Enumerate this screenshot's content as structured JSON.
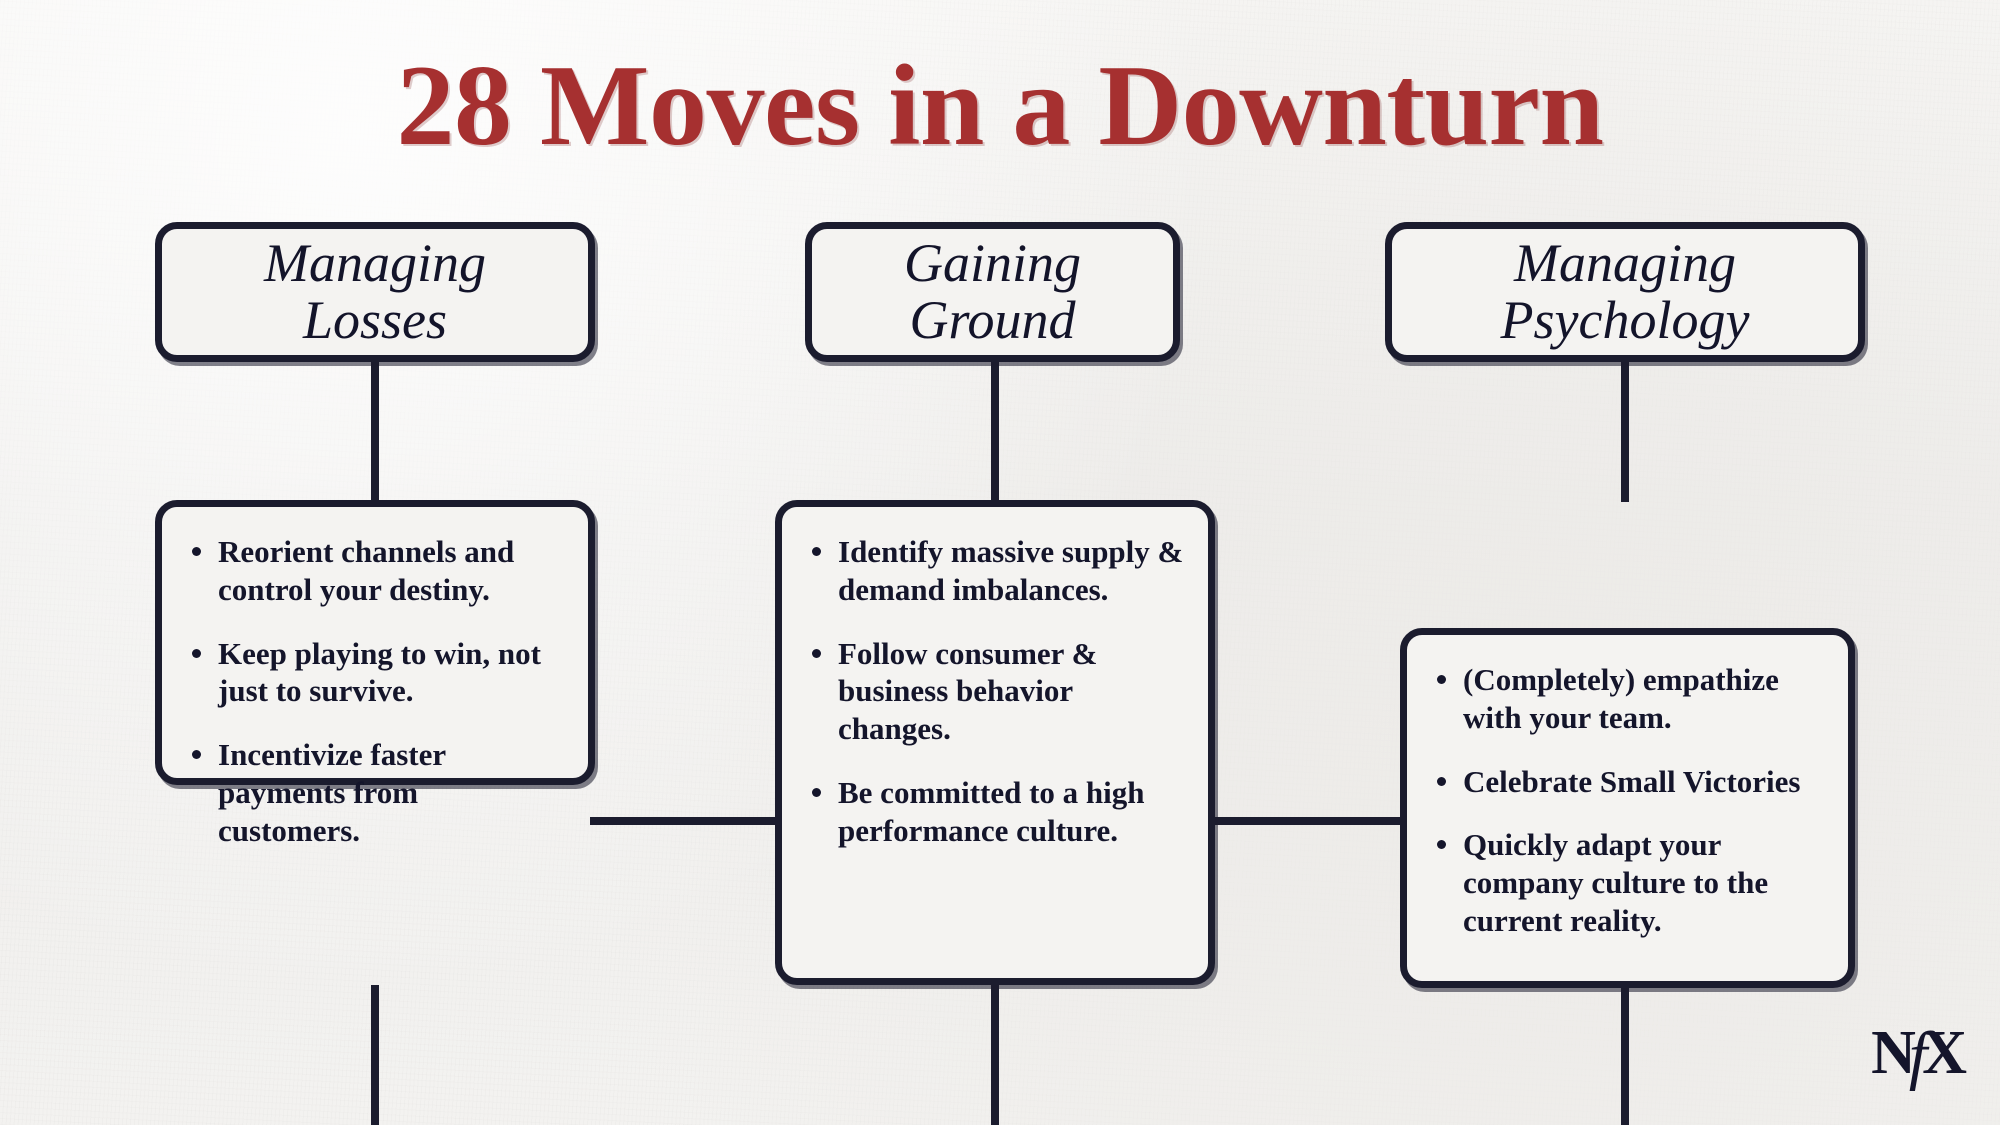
{
  "page": {
    "title": "28 Moves in a Downturn",
    "background_color": "#f2f1ef",
    "title_color": "#a63030",
    "ink_color": "#1b1c2e"
  },
  "logo": {
    "part1": "N",
    "part2": "f",
    "part3": "X",
    "full": "NfX"
  },
  "columns": [
    {
      "header": "Managing\nLosses",
      "bullets": [
        "Reorient channels and control your destiny.",
        "Keep playing to win, not just to survive.",
        "Incentivize faster payments from customers."
      ]
    },
    {
      "header": "Gaining\nGround",
      "bullets": [
        "Identify massive supply & demand imbalances.",
        "Follow consumer & business behavior changes.",
        "Be committed to a high performance culture."
      ]
    },
    {
      "header": "Managing\nPsychology",
      "bullets": [
        "(Completely) empathize with your team.",
        "Celebrate Small Victories",
        "Quickly adapt your company culture to the current reality."
      ]
    }
  ]
}
